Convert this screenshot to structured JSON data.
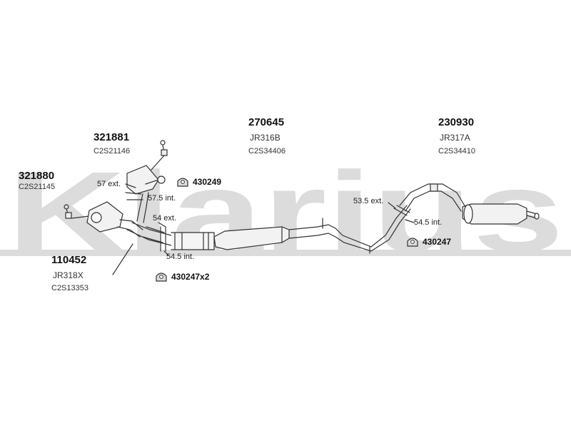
{
  "watermark": {
    "text": "Klarius",
    "color": "#d9d9d9"
  },
  "parts": [
    {
      "id": "p321881",
      "number": "321881",
      "ref": "C2S21146"
    },
    {
      "id": "p321880",
      "number": "321880",
      "ref": "C2S21145"
    },
    {
      "id": "p270645",
      "number": "270645",
      "code": "JR316B",
      "ref": "C2S34406"
    },
    {
      "id": "p230930",
      "number": "230930",
      "code": "JR317A",
      "ref": "C2S34410"
    },
    {
      "id": "p110452",
      "number": "110452",
      "code": "JR318X",
      "ref": "C2S13353"
    }
  ],
  "dimensions": {
    "d57ext": "57 ext.",
    "d575int": "57.5 int.",
    "d54ext": "54 ext.",
    "d545int_left": "54.5 int.",
    "d535ext": "53.5 ext.",
    "d545int_right": "54.5 int."
  },
  "clamps": {
    "c430249": "430249",
    "c430247x2": "430247x2",
    "c430247": "430247"
  }
}
